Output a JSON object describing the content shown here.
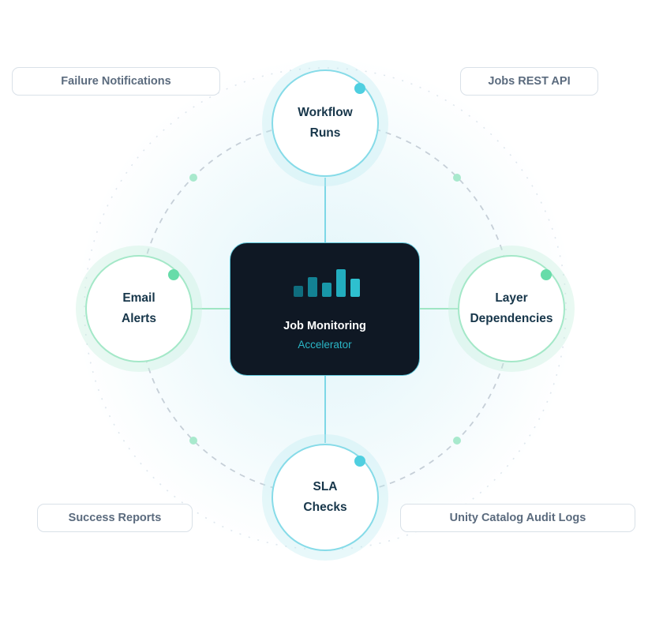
{
  "center": {
    "title": "Job Monitoring",
    "subtitle": "Accelerator",
    "icon": "bar-chart-icon"
  },
  "nodes": {
    "top": [
      "Workflow",
      "Runs"
    ],
    "left": [
      "Email",
      "Alerts"
    ],
    "right": [
      "Layer",
      "Dependencies"
    ],
    "bottom": [
      "SLA",
      "Checks"
    ]
  },
  "labels": {
    "top_left": "Failure Notifications",
    "top_right": "Jobs REST API",
    "bottom_left": "Success Reports",
    "bottom_right": "Unity Catalog Audit Logs"
  },
  "colors": {
    "center_bg": "#0f1824",
    "accent_teal": "#4fcfe0",
    "accent_mint": "#67dca9",
    "node_text": "#17364a",
    "label_text": "#5b6b7e"
  }
}
